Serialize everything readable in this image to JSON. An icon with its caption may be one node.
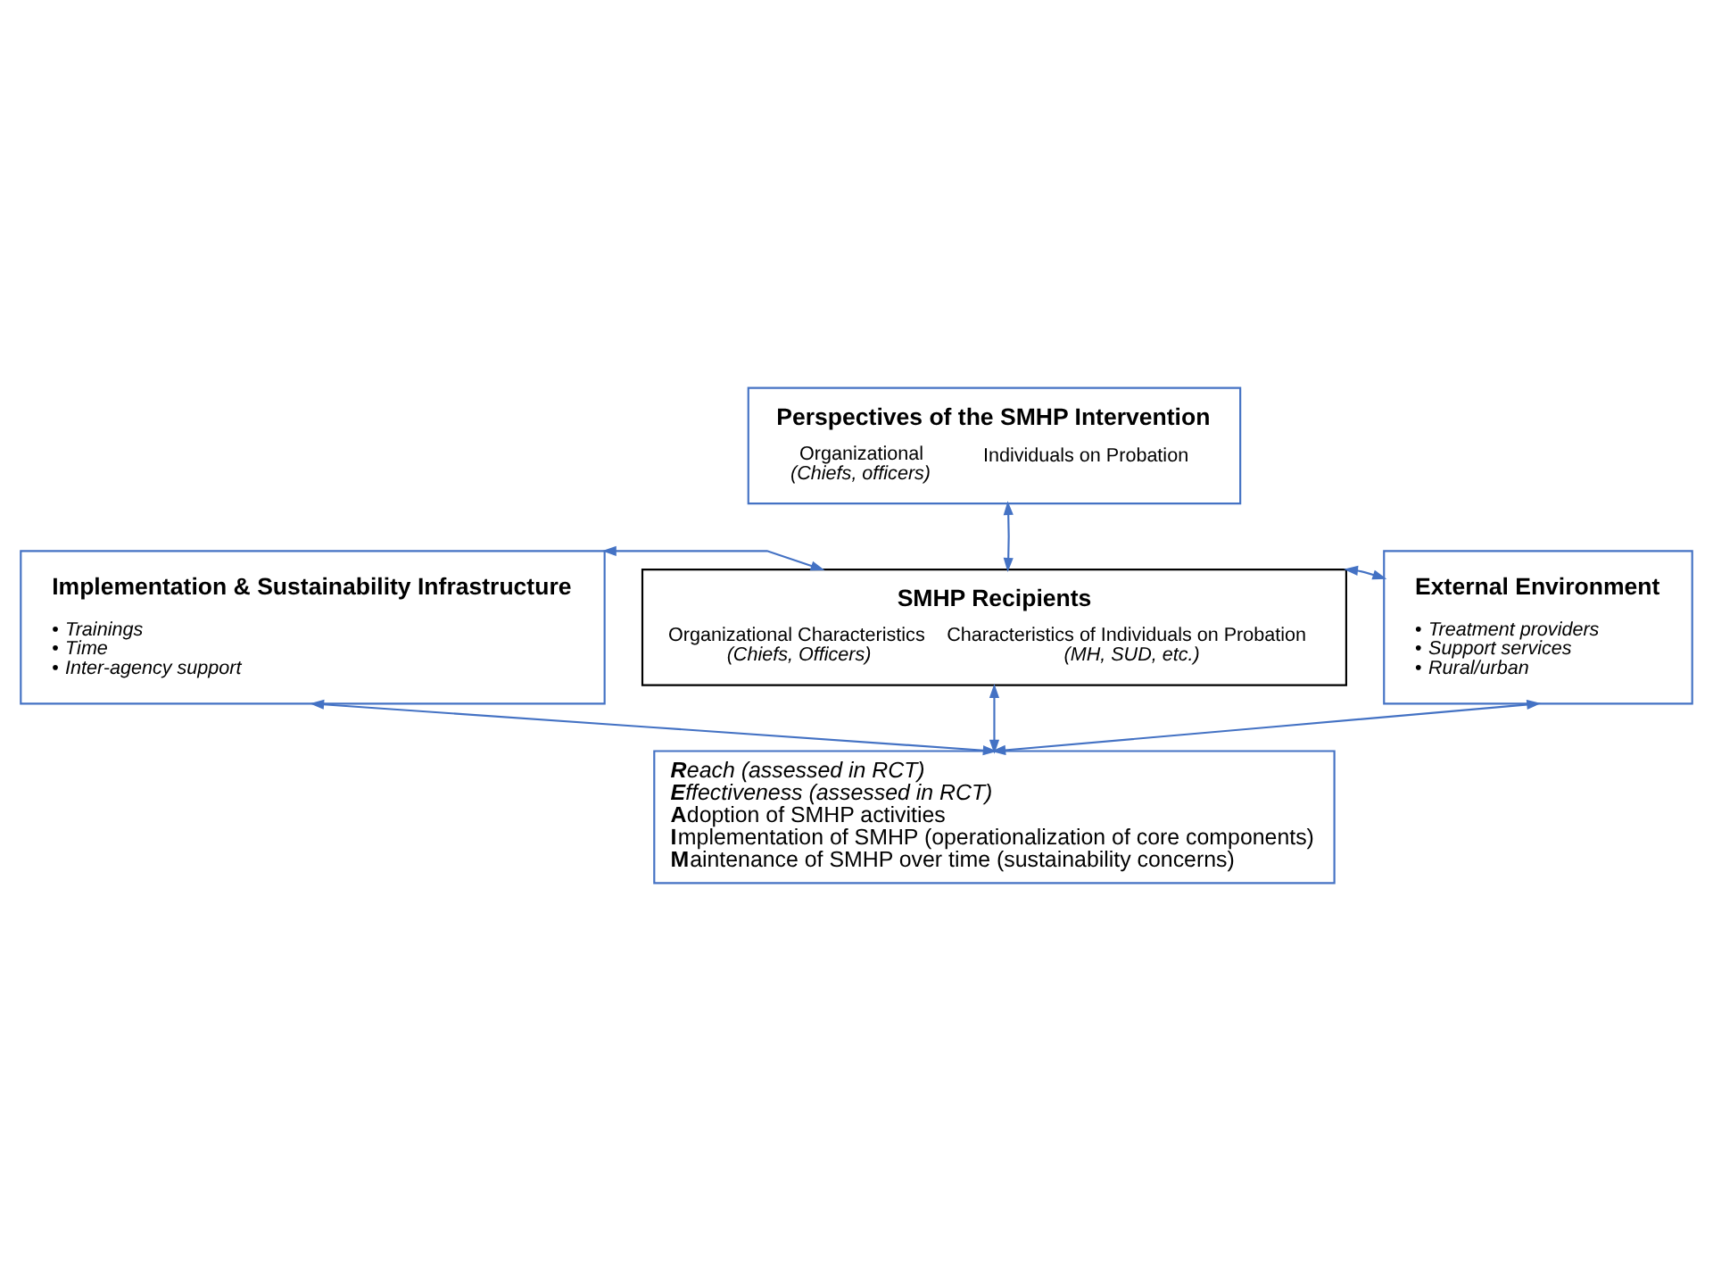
{
  "diagram": {
    "nodes": [
      {
        "text": [
          "Perspectives of the SMHP Intervention",
          "Organizational",
          "*(Chiefs, officers)*",
          "Individuals on Probation"
        ]
      },
      {
        "text": [
          "Implementation & Sustainability Infrastructure",
          "• *Trainings*",
          "• *Time*",
          "• *Inter-agency support*"
        ]
      },
      {
        "text": [
          "SMHP Recipients",
          "Organizational Characteristics",
          "*(Chiefs, Officers)*",
          "Characteristics of Individuals on Probation",
          "*(MH, SUD, etc.)*"
        ]
      },
      {
        "text": [
          "External Environment",
          "• *Treatment providers*",
          "• *Support services*",
          "• *Rural/urban*"
        ]
      },
      {
        "text": [
          "**R**each (assessed in RCT)",
          "**E**ffectiveness (assessed in RCT)",
          "**A**doption of SMHP activities",
          "**I**mplementation of SMHP (operationalization of core components)",
          "**M**aintenance of SMHP over time (sustainability concerns)"
        ]
      }
    ],
    "edges": [
      {
        "from": 0,
        "to": 2,
        "arrow": "both"
      },
      {
        "from": 1,
        "to": 2,
        "arrow": "both"
      },
      {
        "from": 2,
        "to": 3,
        "arrow": "both"
      },
      {
        "from": 4,
        "to": 1,
        "arrow": "both"
      },
      {
        "from": 4,
        "to": 2,
        "arrow": "both"
      },
      {
        "from": 4,
        "to": 3,
        "arrow": "both"
      }
    ]
  }
}
